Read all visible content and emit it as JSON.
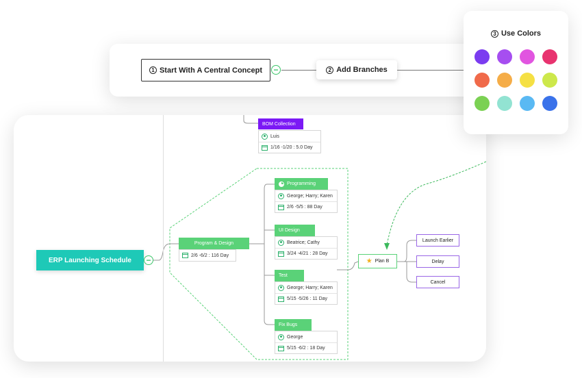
{
  "steps": {
    "step1_num": "1",
    "step1_label": "Start With A Central Concept",
    "step2_num": "2",
    "step2_label": "Add Branches",
    "step3_num": "3",
    "step3_label": "Use Colors",
    "collapse_symbol": "−"
  },
  "colors": [
    "#7b3cf0",
    "#a64ef0",
    "#e155e0",
    "#e8336f",
    "#f06a4a",
    "#f5ad48",
    "#f5e044",
    "#cde84b",
    "#7bd153",
    "#92e3d2",
    "#5ab9f3",
    "#3a72ea"
  ],
  "mindmap": {
    "central": "ERP Launching Schedule",
    "collapse_symbol": "−",
    "bom": {
      "title": "BOM Collection",
      "person": "Luis",
      "date": "1/16 -1/20 : 5.0 Day"
    },
    "program": {
      "title": "Program & Design",
      "date": "2/6 -6/2 : 116 Day"
    },
    "tasks": [
      {
        "title": "Programming",
        "people": "George; Harry; Karen",
        "date": "2/6 -5/5 : 88 Day"
      },
      {
        "title": "UI Design",
        "people": "Beatrice; Cathy",
        "date": "3/24 -4/21 : 28 Day"
      },
      {
        "title": "Test",
        "people": "George; Harry; Karen",
        "date": "5/15 -5/26 : 11 Day"
      },
      {
        "title": "Fix Bugs",
        "people": "George",
        "date": "5/15 -6/2 : 18 Day"
      }
    ],
    "plan": {
      "title": "Plan B",
      "star": "★"
    },
    "options": [
      "Launch Earlier",
      "Delay",
      "Cancel"
    ]
  }
}
